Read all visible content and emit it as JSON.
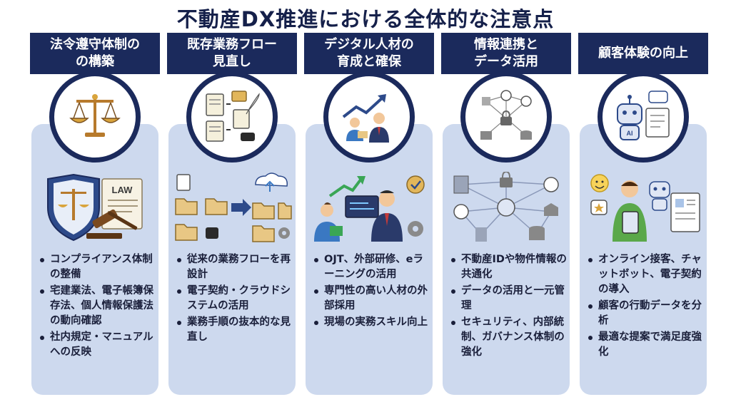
{
  "title": "不動産DX推進における全体的な注意点",
  "columns": [
    {
      "header": "法令遵守体制の\nの構築",
      "bullets": [
        "コンプライアンス体制の整備",
        "宅建業法、電子帳簿保存法、個人情報保護法の動向確認",
        "社内規定・マニュアルへの反映"
      ]
    },
    {
      "header": "既存業務フロー\n見直し",
      "bullets": [
        "従来の業務フローを再設計",
        "電子契約・クラウドシステムの活用",
        "業務手順の抜本的な見直し"
      ]
    },
    {
      "header": "デジタル人材の\n育成と確保",
      "bullets": [
        "OJT、外部研修、eラーニングの活用",
        "専門性の高い人材の外部採用",
        "現場の実務スキル向上"
      ]
    },
    {
      "header": "情報連携と\nデータ活用",
      "bullets": [
        "不動産IDや物件情報の共通化",
        "データの活用と一元管理",
        "セキュリティ、内部統制、ガバナンス体制の強化"
      ]
    },
    {
      "header": "顧客体験の向上",
      "bullets": [
        "オンライン接客、チャットボット、電子契約の導入",
        "顧客の行動データを分析",
        "最適な提案で満足度強化"
      ]
    }
  ],
  "labels": {
    "law": "LAW",
    "ai": "AI"
  },
  "colors": {
    "header_bg": "#1b2a5c",
    "panel_bg": "#cdd9ee",
    "accent_green": "#3aa655",
    "accent_gold": "#d9a43c"
  }
}
